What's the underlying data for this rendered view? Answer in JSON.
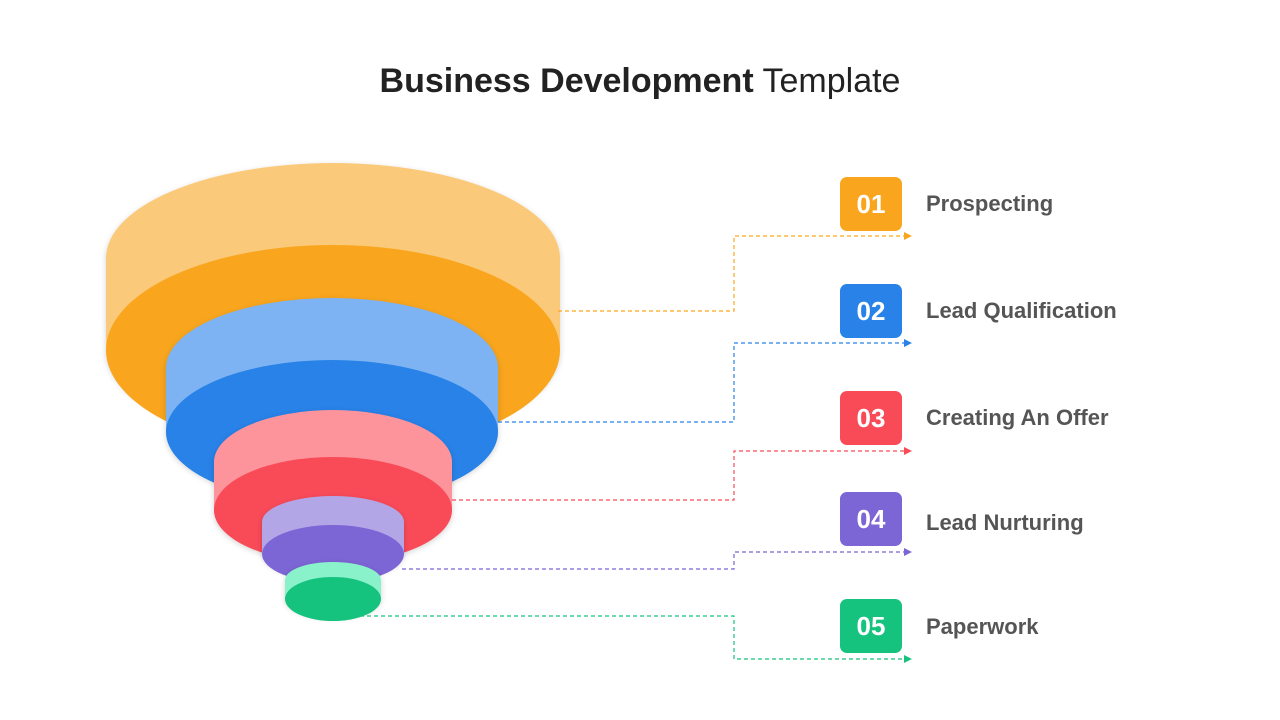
{
  "title": {
    "bold": "Business Development",
    "light": "Template"
  },
  "colors": {
    "step1": "#F9A61E",
    "step1_side": "#FBC97A",
    "step2": "#2882E8",
    "step2_side": "#7DB3F2",
    "step3": "#F94A58",
    "step3_side": "#FD949B",
    "step4": "#7C65D4",
    "step4_side": "#B2A6E6",
    "step5": "#16C37E",
    "step5_side": "#8AF2CB"
  },
  "steps": [
    {
      "number": "01",
      "label": "Prospecting"
    },
    {
      "number": "02",
      "label": "Lead Qualification"
    },
    {
      "number": "03",
      "label": "Creating An Offer"
    },
    {
      "number": "04",
      "label": "Lead Nurturing"
    },
    {
      "number": "05",
      "label": "Paperwork"
    }
  ]
}
